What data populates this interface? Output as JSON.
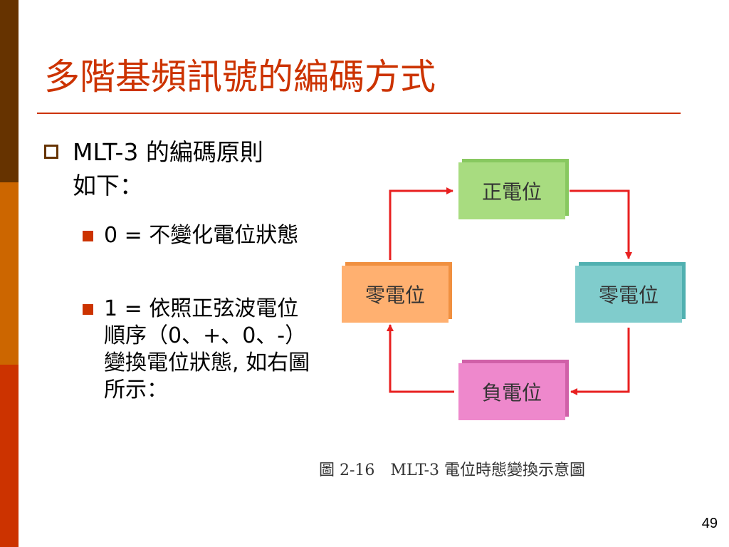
{
  "slide": {
    "title": "多階基頻訊號的編碼方式",
    "page_number": "49"
  },
  "bullets": {
    "main": "MLT-3 的編碼原則如下：",
    "sub": [
      {
        "text": "0 = 不變化電位狀態"
      },
      {
        "text": "1 = 依照正弦波電位順序（0、+、0、-）變換電位狀態, 如右圖所示："
      }
    ]
  },
  "diagram": {
    "states": {
      "positive": "正電位",
      "zero_right": "零電位",
      "negative": "負電位",
      "zero_left": "零電位"
    },
    "caption": "圖 2-16　MLT-3 電位時態變換示意圖"
  },
  "colors": {
    "accent": "#cc3300",
    "sidebar_top": "#663300",
    "sidebar_mid": "#cc6600",
    "sidebar_bottom": "#cc3300",
    "arrow": "#e82020",
    "positive_box": "#a8dc80",
    "zero_right_box": "#80cccc",
    "negative_box": "#ee88cc",
    "zero_left_box": "#ffb070"
  }
}
